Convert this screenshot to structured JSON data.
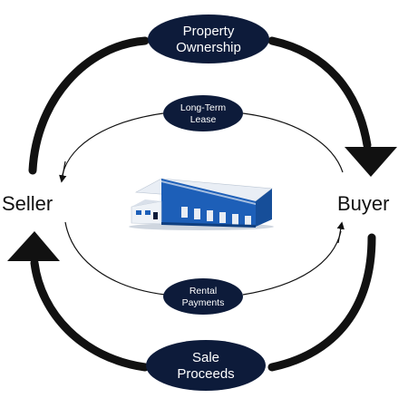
{
  "diagram": {
    "parties": {
      "seller": "Seller",
      "buyer": "Buyer"
    },
    "flows": {
      "property_ownership": {
        "line1": "Property",
        "line2": "Ownership"
      },
      "long_term_lease": {
        "line1": "Long-Term",
        "line2": "Lease"
      },
      "rental_payments": {
        "line1": "Rental",
        "line2": "Payments"
      },
      "sale_proceeds": {
        "line1": "Sale",
        "line2": "Proceeds"
      }
    },
    "colors": {
      "pill_fill": "#0d1b3a",
      "arrow": "#111111",
      "building_wall": "#1d5fb8",
      "building_roof": "#e9eef5"
    },
    "illustration": "warehouse-building"
  }
}
